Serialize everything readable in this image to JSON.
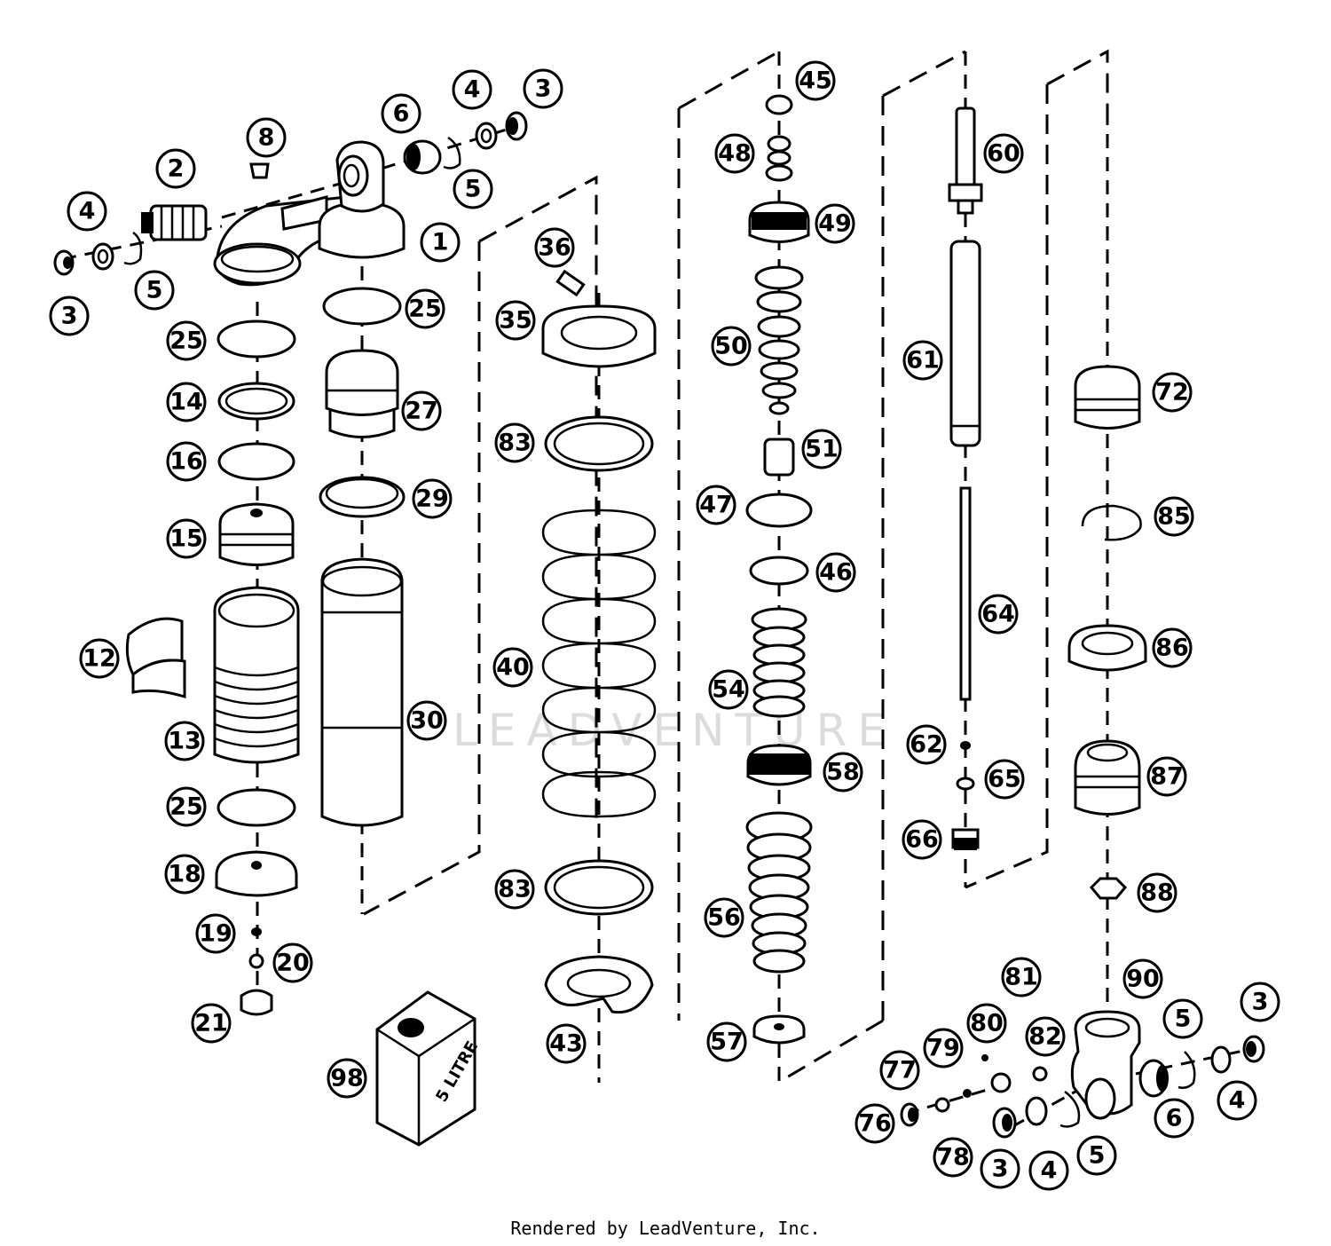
{
  "diagram": {
    "watermark": "LEADVENTURE",
    "oil_can_label": "5 LITRE",
    "callouts": [
      "1",
      "2",
      "3",
      "4",
      "5",
      "6",
      "8",
      "12",
      "13",
      "14",
      "15",
      "16",
      "18",
      "19",
      "20",
      "21",
      "25",
      "27",
      "29",
      "30",
      "35",
      "36",
      "40",
      "43",
      "45",
      "46",
      "47",
      "48",
      "49",
      "50",
      "51",
      "54",
      "56",
      "57",
      "58",
      "60",
      "61",
      "62",
      "64",
      "65",
      "66",
      "72",
      "76",
      "77",
      "78",
      "79",
      "80",
      "81",
      "82",
      "83",
      "85",
      "86",
      "87",
      "88",
      "90",
      "98"
    ]
  },
  "footer": {
    "credit": "Rendered by LeadVenture, Inc."
  }
}
